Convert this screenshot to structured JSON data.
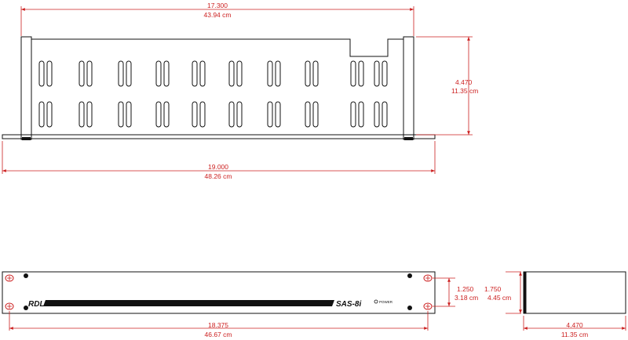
{
  "colors": {
    "dimension": "#cc1f1f",
    "ink": "#111111",
    "background": "#ffffff"
  },
  "top_view": {
    "width_in": "17.300",
    "width_cm": "43.94 cm",
    "depth_in": "4.470",
    "depth_cm": "11.35 cm",
    "overall_in": "19.000",
    "overall_cm": "48.26 cm"
  },
  "front_view": {
    "brand": "RDL",
    "model": "SAS-8i",
    "led_label": "POWER",
    "height_in": "1.250",
    "height_cm": "3.18 cm",
    "hole_span_in": "18.375",
    "hole_span_cm": "46.67 cm"
  },
  "side_view": {
    "height_in": "1.750",
    "height_cm": "4.45 cm",
    "depth_in": "4.470",
    "depth_cm": "11.35 cm"
  }
}
